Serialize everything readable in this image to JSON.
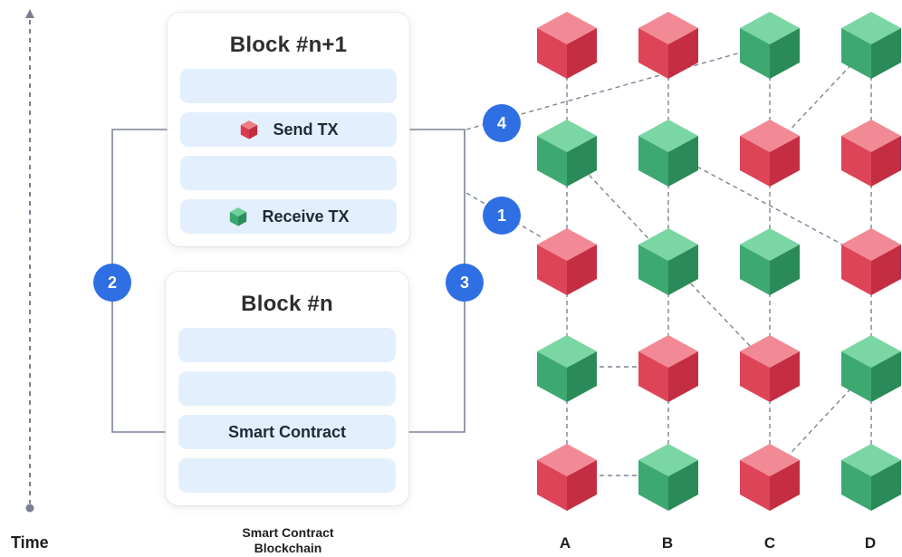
{
  "axis": {
    "label": "Time"
  },
  "blocks": {
    "upper": {
      "title": "Block #n+1",
      "rows": [
        "",
        "Send TX",
        "",
        "Receive TX"
      ]
    },
    "lower": {
      "title": "Block #n",
      "rows": [
        "",
        "",
        "Smart Contract",
        ""
      ]
    },
    "caption_line1": "Smart Contract",
    "caption_line2": "Blockchain"
  },
  "steps": [
    "1",
    "2",
    "3",
    "4"
  ],
  "grid": {
    "columns": [
      "A",
      "B",
      "C",
      "D"
    ],
    "rows_top_to_bottom": [
      [
        "red",
        "red",
        "green",
        "green"
      ],
      [
        "green",
        "green",
        "red",
        "red"
      ],
      [
        "red",
        "green",
        "green",
        "red"
      ],
      [
        "green",
        "red",
        "red",
        "green"
      ],
      [
        "red",
        "green",
        "red",
        "green"
      ]
    ]
  },
  "colors": {
    "accent_blue": "#2f6fe4",
    "cube_red": "#e0475a",
    "cube_green": "#3aa76d",
    "row_bg": "#e3effd",
    "connector": "#7b8496"
  }
}
